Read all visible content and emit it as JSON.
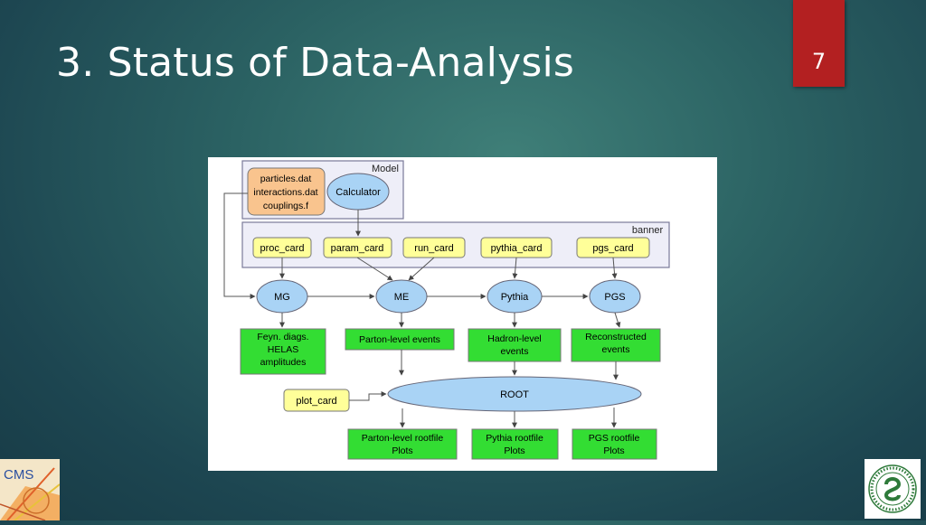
{
  "slide": {
    "title": "3. Status of Data-Analysis",
    "page_number": "7"
  },
  "diagram": {
    "model_label": "Model",
    "banner_label": "banner",
    "model_files": [
      "particles.dat",
      "interactions.dat",
      "couplings.f"
    ],
    "calculator": "Calculator",
    "cards": [
      "proc_card",
      "param_card",
      "run_card",
      "pythia_card",
      "pgs_card"
    ],
    "stages": [
      "MG",
      "ME",
      "Pythia",
      "PGS"
    ],
    "outputs": [
      [
        "Feyn. diags.",
        "HELAS",
        "amplitudes"
      ],
      [
        "Parton-level events"
      ],
      [
        "Hadron-level",
        "events"
      ],
      [
        "Reconstructed",
        "events"
      ]
    ],
    "plot_card": "plot_card",
    "root": "ROOT",
    "rootfiles": [
      [
        "Parton-level rootfile",
        "Plots"
      ],
      [
        "Pythia rootfile",
        "Plots"
      ],
      [
        "PGS rootfile",
        "Plots"
      ]
    ],
    "colors": {
      "model_file_fill": "#f9c48e",
      "ellipse_fill": "#a9d3f5",
      "card_fill": "#ffff99",
      "output_fill": "#33dd33",
      "panel_fill": "#eeeef8"
    }
  },
  "logos": {
    "cms_text": "CMS"
  }
}
